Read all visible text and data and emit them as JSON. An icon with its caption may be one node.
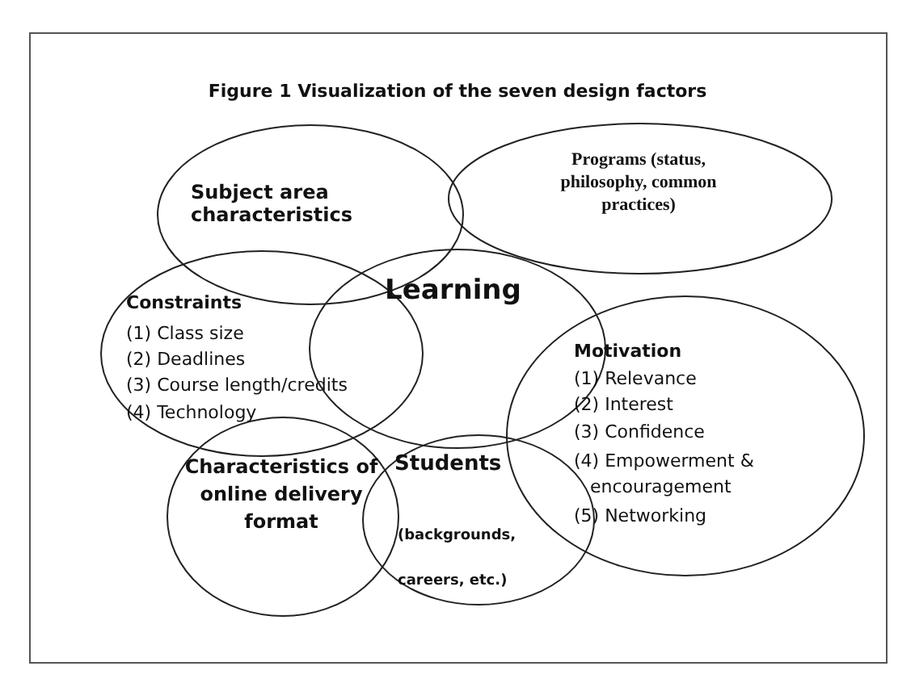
{
  "diagram": {
    "title": "Figure 1 Visualization of the seven design factors",
    "nodes": [
      {
        "text": [
          "Subject area characteristics"
        ]
      },
      {
        "text": [
          "Programs (status, philosophy, common practices)"
        ]
      },
      {
        "text": [
          "Constraints",
          "(1) Class size",
          "(2) Deadlines",
          "(3) Course length/credits",
          "(4) Technology"
        ]
      },
      {
        "text": [
          "Learning"
        ]
      },
      {
        "text": [
          "Motivation",
          "(1) Relevance",
          "(2) Interest",
          "(3) Confidence",
          "(4) Empowerment & encouragement",
          "(5) Networking"
        ]
      },
      {
        "text": [
          "Characteristics of online delivery format"
        ]
      },
      {
        "text": [
          "Students",
          "(backgrounds, careers, etc.)"
        ]
      }
    ]
  }
}
